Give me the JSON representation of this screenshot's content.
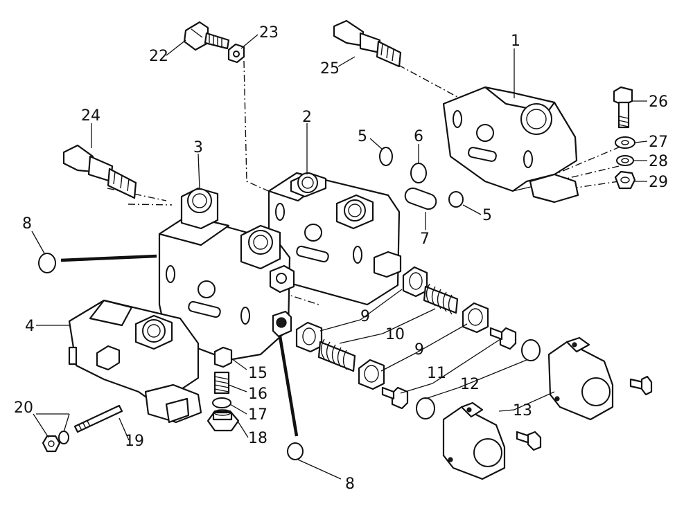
{
  "callouts": [
    {
      "id": "c1",
      "text": "1"
    },
    {
      "id": "c2",
      "text": "2"
    },
    {
      "id": "c3",
      "text": "3"
    },
    {
      "id": "c4",
      "text": "4"
    },
    {
      "id": "c5a",
      "text": "5"
    },
    {
      "id": "c5b",
      "text": "5"
    },
    {
      "id": "c6",
      "text": "6"
    },
    {
      "id": "c7",
      "text": "7"
    },
    {
      "id": "c8a",
      "text": "8"
    },
    {
      "id": "c8b",
      "text": "8"
    },
    {
      "id": "c9a",
      "text": "9"
    },
    {
      "id": "c9b",
      "text": "9"
    },
    {
      "id": "c10",
      "text": "10"
    },
    {
      "id": "c11",
      "text": "11"
    },
    {
      "id": "c12",
      "text": "12"
    },
    {
      "id": "c13",
      "text": "13"
    },
    {
      "id": "c15",
      "text": "15"
    },
    {
      "id": "c16",
      "text": "16"
    },
    {
      "id": "c17",
      "text": "17"
    },
    {
      "id": "c18",
      "text": "18"
    },
    {
      "id": "c19",
      "text": "19"
    },
    {
      "id": "c20",
      "text": "20"
    },
    {
      "id": "c22",
      "text": "22"
    },
    {
      "id": "c23",
      "text": "23"
    },
    {
      "id": "c24",
      "text": "24"
    },
    {
      "id": "c25",
      "text": "25"
    },
    {
      "id": "c26",
      "text": "26"
    },
    {
      "id": "c27",
      "text": "27"
    },
    {
      "id": "c28",
      "text": "28"
    },
    {
      "id": "c29",
      "text": "29"
    }
  ]
}
